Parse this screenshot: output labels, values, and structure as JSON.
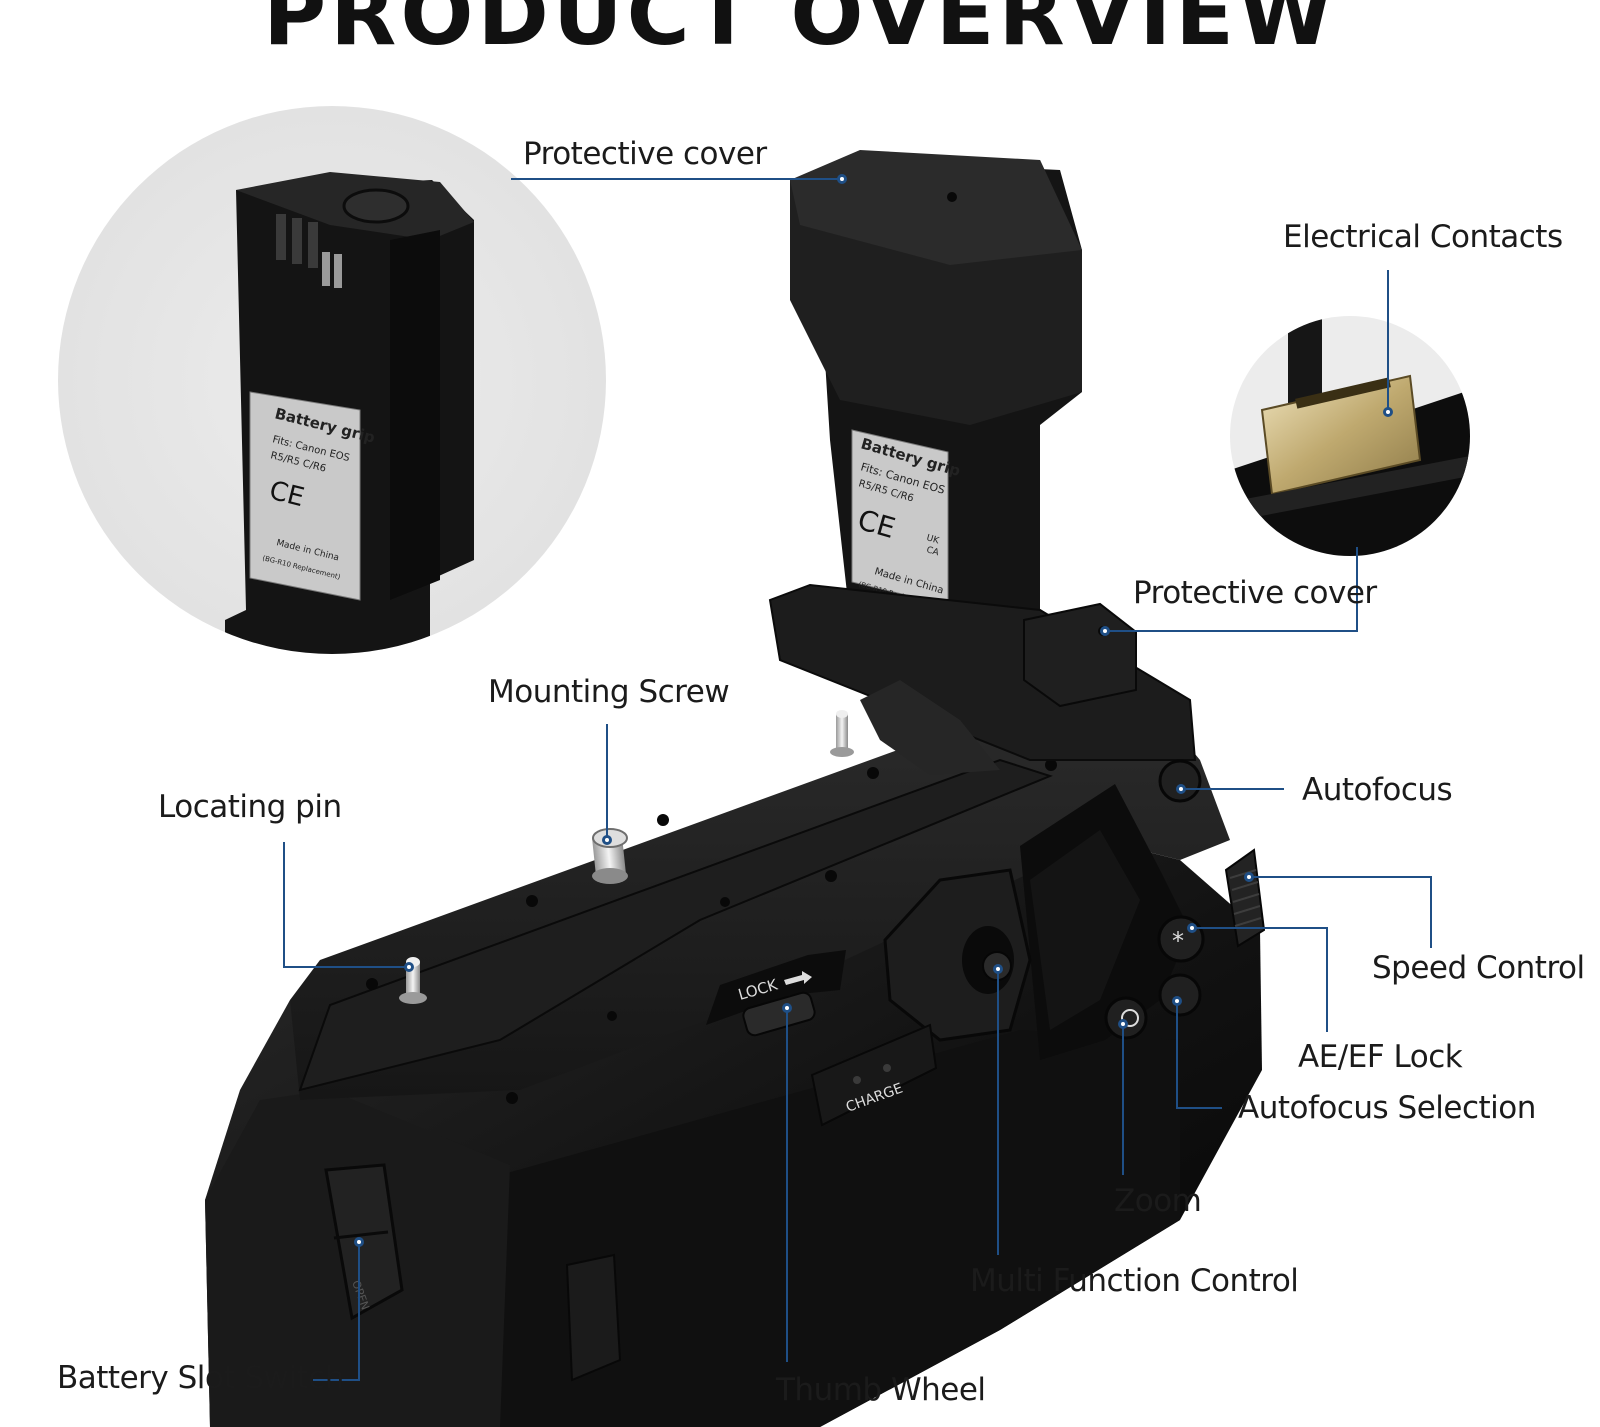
{
  "title": "PRODUCT OVERVIEW",
  "product": {
    "label_heading": "Battery grip",
    "label_fits": "Fits: Canon EOS",
    "label_models": "R5/R5 C/R6",
    "label_marks": "CE",
    "label_uk": "UK",
    "label_ca": "CA",
    "label_origin": "Made in China",
    "label_replacement": "(BG-R10 Replacement)",
    "lock_text": "LOCK",
    "charge_text": "CHARGE",
    "open_text": "OPEN"
  },
  "callouts": {
    "protective_cover_top": "Protective cover",
    "electrical_contacts": "Electrical Contacts",
    "protective_cover_side": "Protective cover",
    "mounting_screw": "Mounting Screw",
    "locating_pin": "Locating pin",
    "autofocus": "Autofocus",
    "speed_control": "Speed Control",
    "ae_ef_lock": "AE/EF Lock",
    "autofocus_selection": "Autofocus Selection",
    "zoom": "Zoom",
    "multi_function_control": "Multi Function Control",
    "battery_slot_switch": "Battery Slot Switch",
    "thumb_wheel": "Thumb Wheel"
  },
  "colors": {
    "leader_line": "#1f4f86",
    "device_body": "#151515",
    "inset_background": "#e6e6e6",
    "contact_gold": "#c9b98a"
  }
}
